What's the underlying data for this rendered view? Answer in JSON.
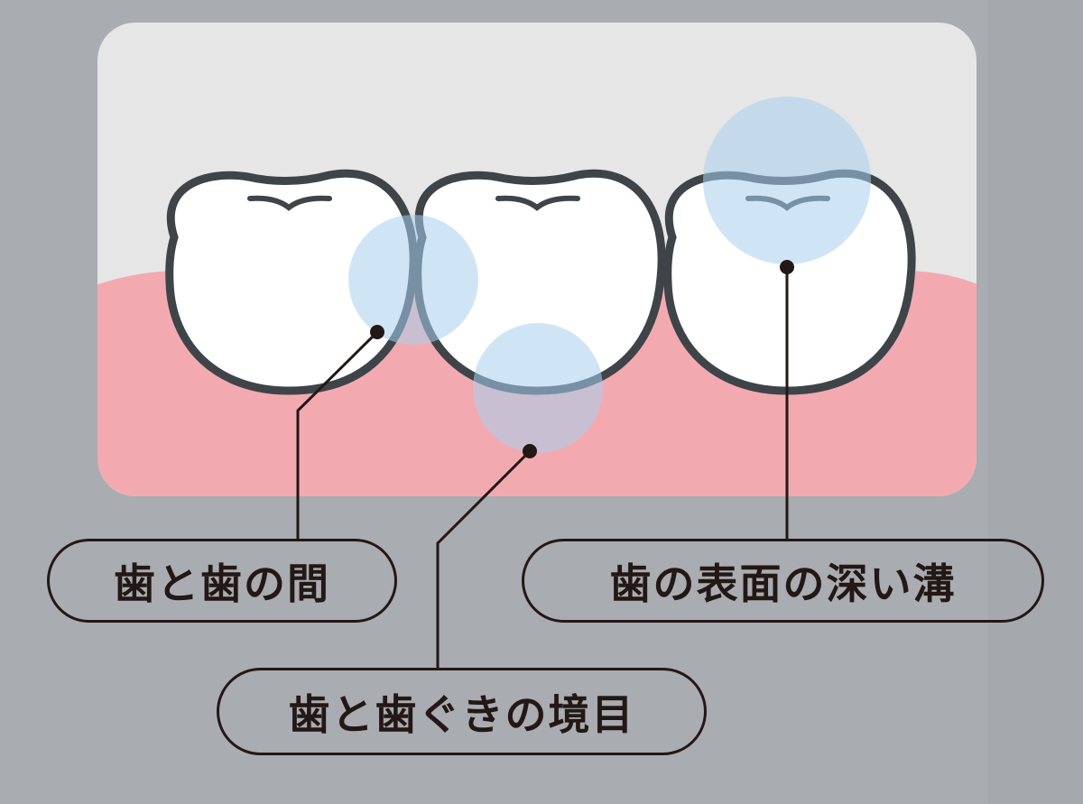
{
  "labels": {
    "interdental": "歯と歯の間",
    "gumline": "歯と歯ぐきの境目",
    "fissure": "歯の表面の深い溝"
  },
  "colors": {
    "background": "#a9acb0",
    "panel": "#e6e6e6",
    "gum": "#f2aab0",
    "tooth_outline": "#3e4447",
    "highlight": "#b4d8f0",
    "text": "#231815"
  }
}
